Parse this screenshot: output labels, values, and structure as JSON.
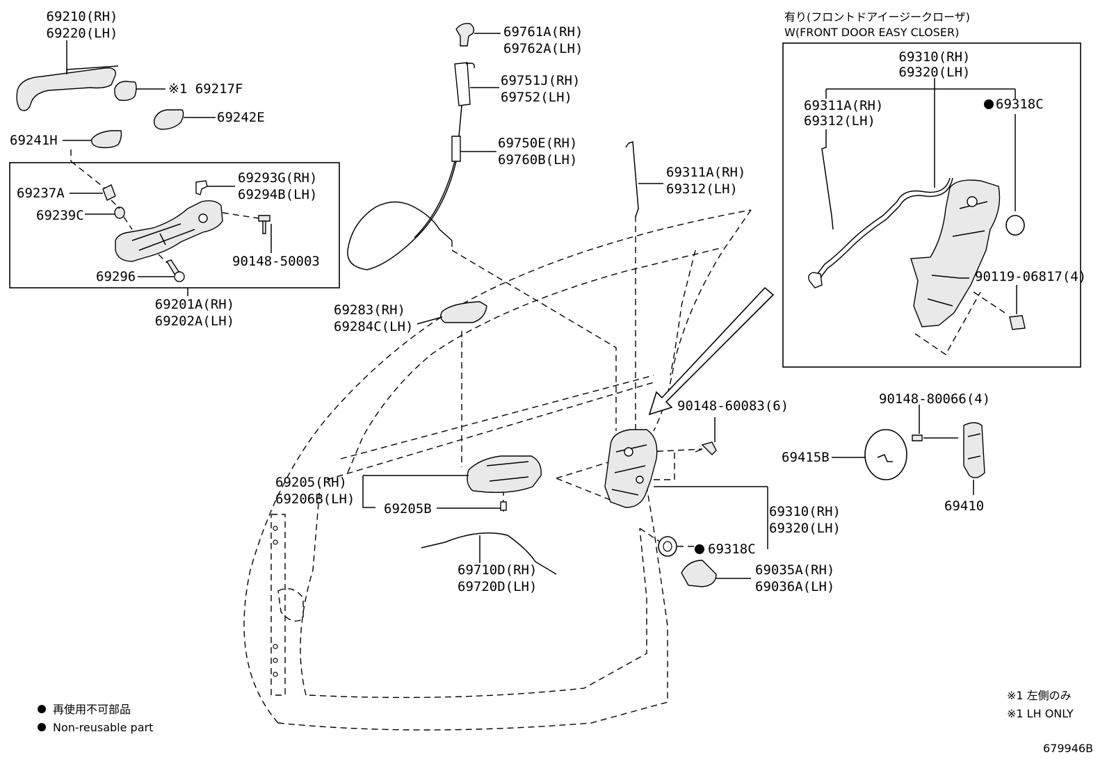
{
  "labels": {
    "l69210": "69210(RH)",
    "l69220": "69220(LH)",
    "l69217f": "※1 69217F",
    "l69242e": "69242E",
    "l69241h": "69241H",
    "l69237a": "69237A",
    "l69239c": "69239C",
    "l69296": "69296",
    "l69293g": "69293G(RH)",
    "l69294b": "69294B(LH)",
    "l90148s": "90148-50003",
    "l69201a": "69201A(RH)",
    "l69202a": "69202A(LH)",
    "l69761a": "69761A(RH)",
    "l69762a": "69762A(LH)",
    "l69751j": "69751J(RH)",
    "l69752": "69752(LH)",
    "l69750e": "69750E(RH)",
    "l69760b": "69760B(LH)",
    "l69283": "69283(RH)",
    "l69284c": "69284C(LH)",
    "l69311a": "69311A(RH)",
    "l69312": "69312(LH)",
    "l69205": "69205(RH)",
    "l69206b": "69206B(LH)",
    "l69205b": "69205B",
    "l69710d": "69710D(RH)",
    "l69720d": "69720D(LH)",
    "l90148_60083": "90148-60083(6)",
    "l69310": "69310(RH)",
    "l69320": "69320(LH)",
    "l69318c": "69318C",
    "l69035a": "69035A(RH)",
    "l69036a": "69036A(LH)",
    "l90148_80066": "90148-80066(4)",
    "l69415b": "69415B",
    "l69410": "69410",
    "inset_title_jp": "有り(フロントドアイージークローザ)",
    "inset_title_en": "W(FRONT DOOR EASY CLOSER)",
    "inset_69310": "69310(RH)",
    "inset_69320": "69320(LH)",
    "inset_69311a": "69311A(RH)",
    "inset_69312": "69312(LH)",
    "inset_69318c": "69318C",
    "inset_90119": "90119-06817(4)"
  },
  "legend": {
    "jp": "再使用不可部品",
    "en": "Non-reusable part"
  },
  "notes": {
    "note1_jp": "※1  左側のみ",
    "note1_en": "※1  LH ONLY"
  },
  "diagram_id": "679946B"
}
